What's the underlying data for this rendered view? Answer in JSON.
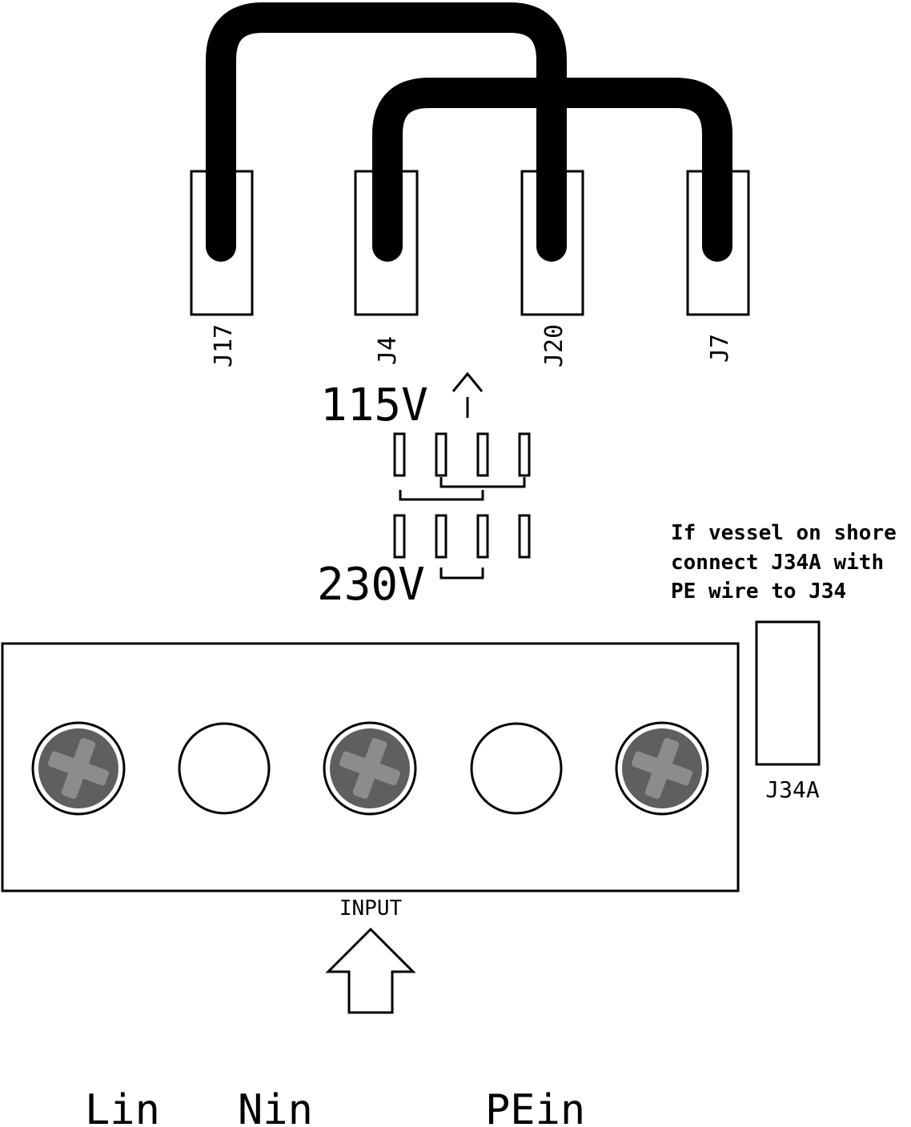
{
  "connectors": [
    {
      "label": "J17"
    },
    {
      "label": "J4"
    },
    {
      "label": "J20"
    },
    {
      "label": "J7"
    }
  ],
  "voltage": {
    "label_115": "115V",
    "label_230": "230V"
  },
  "note": {
    "line1": "If vessel on shore",
    "line2": "connect J34A with",
    "line3": "PE wire to J34"
  },
  "j34a_label": "J34A",
  "terminal_block_label": "INPUT",
  "terminal_labels": {
    "lin": "Lin",
    "nin": "Nin",
    "pein": "PEin"
  },
  "colors": {
    "line": "#000000",
    "screw_outer": "#5f5f5f",
    "screw_cross": "#8c8c8c",
    "background": "#ffffff"
  }
}
